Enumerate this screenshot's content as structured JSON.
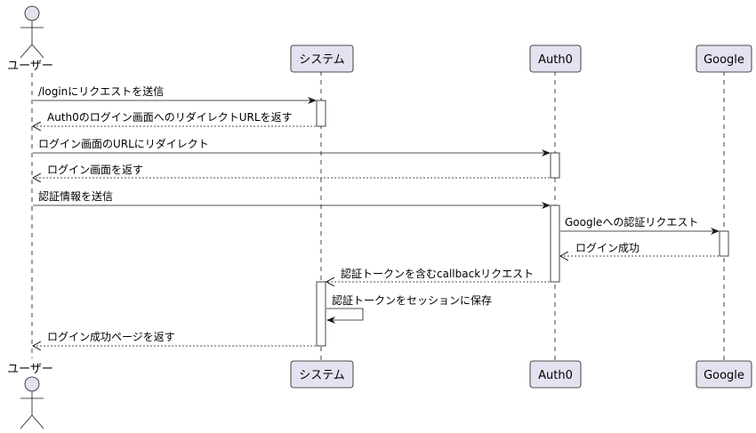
{
  "diagram": {
    "type": "sequence",
    "actor": {
      "name": "ユーザー"
    },
    "participants": [
      {
        "id": "system",
        "name": "システム"
      },
      {
        "id": "auth0",
        "name": "Auth0"
      },
      {
        "id": "google",
        "name": "Google"
      }
    ],
    "messages": [
      {
        "from": "user",
        "to": "system",
        "text": "/loginにリクエストを送信",
        "kind": "sync"
      },
      {
        "from": "system",
        "to": "user",
        "text": "Auth0のログイン画面へのリダイレクトURLを返す",
        "kind": "return"
      },
      {
        "from": "user",
        "to": "auth0",
        "text": "ログイン画面のURLにリダイレクト",
        "kind": "sync"
      },
      {
        "from": "auth0",
        "to": "user",
        "text": "ログイン画面を返す",
        "kind": "return"
      },
      {
        "from": "user",
        "to": "auth0",
        "text": "認証情報を送信",
        "kind": "sync"
      },
      {
        "from": "auth0",
        "to": "google",
        "text": "Googleへの認証リクエスト",
        "kind": "sync"
      },
      {
        "from": "google",
        "to": "auth0",
        "text": "ログイン成功",
        "kind": "return"
      },
      {
        "from": "auth0",
        "to": "system",
        "text": "認証トークンを含むcallbackリクエスト",
        "kind": "return"
      },
      {
        "from": "system",
        "to": "system",
        "text": "認証トークンをセッションに保存",
        "kind": "self"
      },
      {
        "from": "system",
        "to": "user",
        "text": "ログイン成功ページを返す",
        "kind": "return"
      }
    ],
    "colors": {
      "participant_fill": "#E2E2F0",
      "participant_border": "#181818",
      "activation_fill": "#FFFFFF",
      "line": "#181818"
    }
  }
}
